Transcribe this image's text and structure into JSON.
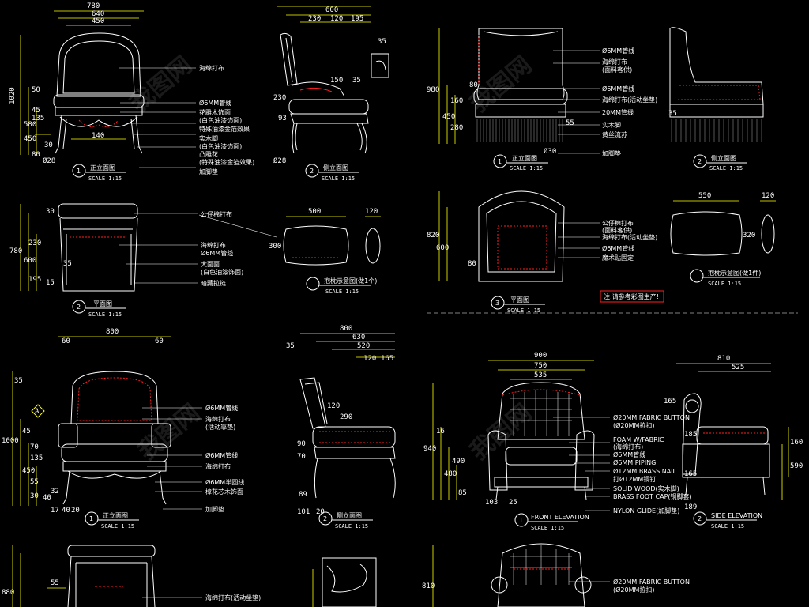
{
  "colors": {
    "background": "#000000",
    "outline": "#ffffff",
    "dimension": "#ffff00",
    "hidden": "#ff2020",
    "leader": "#ffffff"
  },
  "watermark": "我图网",
  "sheets": {
    "a": {
      "dims": {
        "top_total": "780",
        "d640": "640",
        "d450": "450",
        "side_600": "600",
        "side_230": "230",
        "side_120": "120",
        "side_195": "195",
        "side_35": "35",
        "left_1020": "1020",
        "left_580": "580",
        "left_450": "450",
        "left_50": "50",
        "left_135": "135",
        "left_45": "45",
        "left_80": "80",
        "d140": "140",
        "d30": "30",
        "d28a": "Ø28",
        "d28b": "Ø28",
        "d93": "93",
        "d230s": "230",
        "d150s": "150",
        "d35s": "35"
      },
      "notes": [
        "海绵打布",
        "Ø6MM管线",
        "花雕木饰面",
        "(白色油漆饰面)",
        "特殊油漆金箔效果",
        "实木脚",
        "(白色油漆饰面)",
        "凸雕花",
        "(特殊油漆金箔效果)",
        "加脚垫"
      ],
      "view1_title": "正立面图",
      "view1_no": "1",
      "view2_title": "侧立面图",
      "view2_no": "2",
      "scale": "SCALE 1:15"
    },
    "b": {
      "dims": {
        "d30": "30",
        "d780": "780",
        "d600": "600",
        "d230": "230",
        "d35": "35",
        "d195": "195",
        "d15": "15",
        "d500": "500",
        "d120": "120",
        "d300": "300"
      },
      "notes": [
        "公仔棉打布",
        "海绵打布",
        "Ø6MM管线",
        "大面面",
        "(白色油漆饰面)",
        "暗藏拉链"
      ],
      "plan_title": "平面图",
      "plan_no": "2",
      "pillow_title": "抱枕示意图(做1个)",
      "scale": "SCALE 1:15"
    },
    "c": {
      "dims": {
        "d980": "980",
        "d160": "160",
        "d450": "450",
        "d280": "280",
        "d80": "80",
        "d55": "55",
        "d30": "Ø30",
        "d35": "35",
        "d820": "820",
        "d600": "600",
        "d80b": "80",
        "d550": "550",
        "d120": "120",
        "d320": "320"
      },
      "notes": [
        "Ø6MM管线",
        "海绵打布",
        "(面料客供)",
        "Ø6MM管线",
        "海绵打布(活动坐垫)",
        "20MM管线",
        "实木脚",
        "黄丝流苏",
        "加脚垫"
      ],
      "notes_plan": [
        "公仔棉打布",
        "(面料客供)",
        "海绵打布(活动坐垫)",
        "Ø6MM管线",
        "魔术贴固定"
      ],
      "view1_title": "正立面图",
      "view1_no": "1",
      "view2_title": "侧立面图",
      "view2_no": "2",
      "view3_title": "平面图",
      "view3_no": "3",
      "pillow_title": "抱枕示意图(做1件)",
      "remark": "注:请参考彩图生产!",
      "scale": "SCALE 1:15"
    },
    "d": {
      "dims": {
        "d800": "800",
        "d60a": "60",
        "d60b": "60",
        "d1000": "1000",
        "d35": "35",
        "d45": "45",
        "d70": "70",
        "d135": "135",
        "d450": "450",
        "d55": "55",
        "d30": "30",
        "d40": "40",
        "d32": "32",
        "d17": "17",
        "d40b": "40",
        "d20": "20",
        "side_800": "800",
        "side_630": "630",
        "side_520": "520",
        "side_120": "120",
        "side_165": "165",
        "side_35": "35",
        "side_120b": "120",
        "side_290": "290",
        "side_90": "90",
        "side_70": "70",
        "side_101": "101",
        "side_89": "89",
        "side_20": "20"
      },
      "section_marker": "A",
      "notes": [
        "Ø6MM管线",
        "海绵打布",
        "(活动靠垫)",
        "Ø6MM管线",
        "海绵打布",
        "Ø6MM半圆线",
        "樟花芯木饰面",
        "加脚垫"
      ],
      "view1_title": "正立面图",
      "view1_no": "1",
      "view2_title": "侧立面图",
      "view2_no": "2",
      "scale": "SCALE 1:15"
    },
    "e": {
      "dims": {
        "d900": "900",
        "d750": "750",
        "d535": "535",
        "d940": "940",
        "d16": "16",
        "d480": "480",
        "d490": "490",
        "d85": "85",
        "d103": "103",
        "d25": "25",
        "side_810": "810",
        "side_525": "525",
        "side_165": "165",
        "side_185": "185",
        "side_160": "160",
        "side_590": "590",
        "side_165b": "165",
        "side_189": "189"
      },
      "notes": [
        "Ø20MM FABRIC BUTTON",
        "(Ø20MM拉扣)",
        "FOAM W/FABRIC",
        "(海绵打布)",
        "Ø6MM管线",
        "Ø6MM PIPING",
        "Ø12MM BRASS NAIL",
        "打Ø12MM铜钉",
        "SOLID WOOD(实木脚)",
        "BRASS FOOT CAP(铜脚套)"
      ],
      "glide_note": "NYLON GLIDE(加脚垫)",
      "view1_title": "FRONT ELEVATION",
      "view1_no": "1",
      "view2_title": "SIDE ELEVATION",
      "view2_no": "2",
      "scale": "SCALE 1:15"
    },
    "f": {
      "dims": {
        "d880": "880",
        "d55": "55"
      },
      "notes": [
        "海绵打布(活动坐垫)"
      ]
    },
    "g": {
      "dims": {
        "d810": "810"
      },
      "notes": [
        "Ø20MM FABRIC BUTTON",
        "(Ø20MM拉扣)"
      ]
    }
  }
}
